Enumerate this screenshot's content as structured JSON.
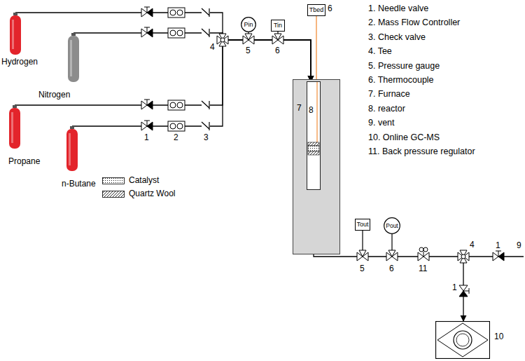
{
  "diagram": {
    "nodes": [
      {
        "text": [
          "Hydrogen"
        ]
      },
      {
        "text": [
          "Nitrogen"
        ]
      },
      {
        "text": [
          "Propane"
        ]
      },
      {
        "text": [
          "n-Butane"
        ]
      },
      {
        "text": [
          "Pin"
        ]
      },
      {
        "text": [
          "Tin"
        ]
      },
      {
        "text": [
          "Tbed"
        ]
      },
      {
        "text": [
          "7"
        ]
      },
      {
        "text": [
          "8"
        ],
        "in": 7
      },
      {
        "text": [
          "Tout"
        ]
      },
      {
        "text": [
          "Pout"
        ]
      },
      {
        "text": [
          "10"
        ]
      }
    ],
    "edges": [
      {
        "from": 0,
        "to": 8,
        "arrow": "to"
      },
      {
        "from": 1,
        "to": 8,
        "arrow": "to"
      },
      {
        "from": 2,
        "to": 8,
        "arrow": "to"
      },
      {
        "from": 3,
        "to": 8,
        "arrow": "to"
      },
      {
        "from": 6,
        "to": 8,
        "arrow": "none"
      },
      {
        "from": 8,
        "to": 11,
        "arrow": "to"
      }
    ],
    "labels": [
      "1. Needle valve",
      "2. Mass Flow Controller",
      "3. Check valve",
      "4. Tee",
      "5. Pressure gauge",
      "6. Thermocouple",
      "7. Furnace",
      "8. reactor",
      "9. vent",
      "10. Online GC-MS",
      "11. Back pressure regulator",
      "1",
      "2",
      "3",
      "4",
      "5",
      "6",
      "6",
      "5",
      "6",
      "11",
      "4",
      "1",
      "9",
      "1"
    ],
    "legend": [
      {
        "text": "Catalyst"
      },
      {
        "text": "Quartz Wool"
      }
    ]
  }
}
